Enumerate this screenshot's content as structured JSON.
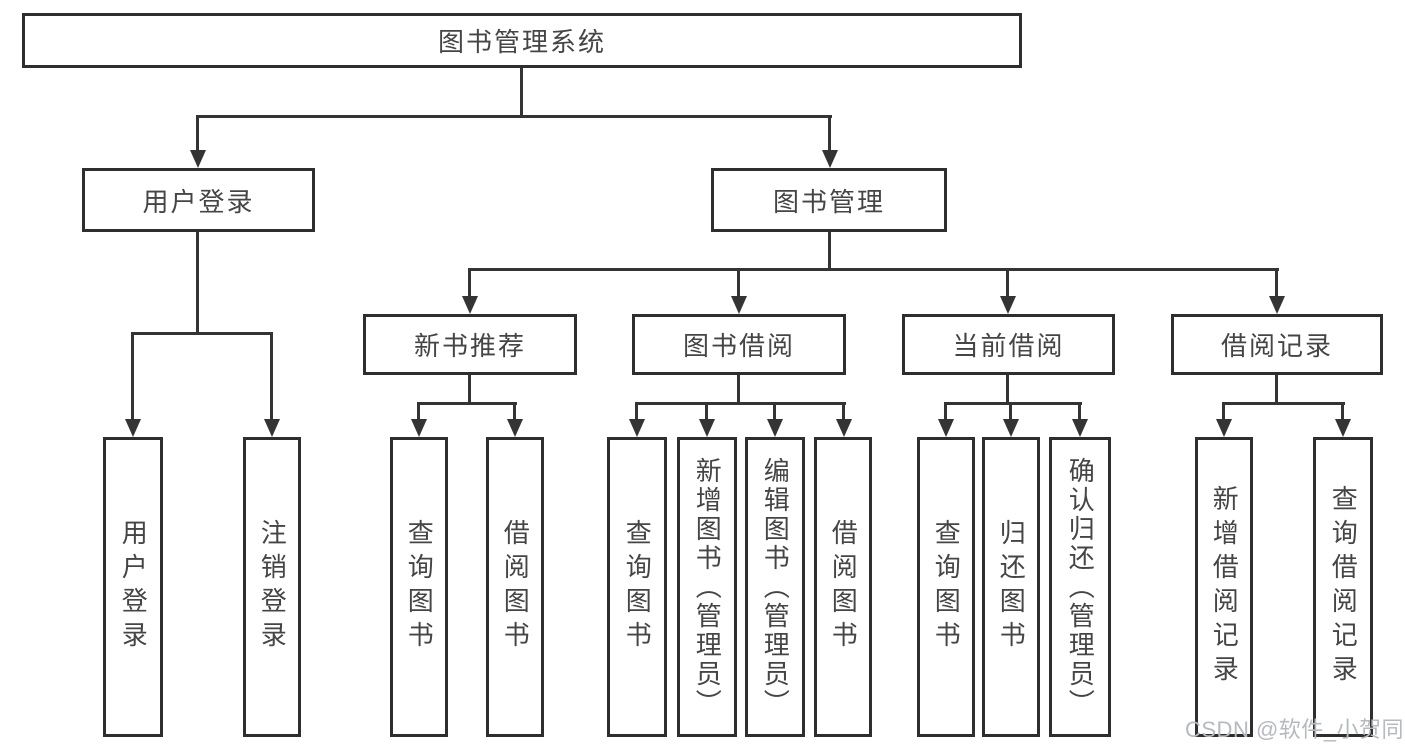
{
  "tree": {
    "root": {
      "label": "图书管理系统"
    },
    "branches": [
      {
        "label": "用户登录",
        "children": [
          "用户登录",
          "注销登录"
        ]
      },
      {
        "label": "图书管理",
        "groups": [
          {
            "label": "新书推荐",
            "children": [
              "查询图书",
              "借阅图书"
            ]
          },
          {
            "label": "图书借阅",
            "children": [
              "查询图书",
              "新增图书（管理员）",
              "编辑图书（管理员）",
              "借阅图书"
            ]
          },
          {
            "label": "当前借阅",
            "children": [
              "查询图书",
              "归还图书",
              "确认归还（管理员）"
            ]
          },
          {
            "label": "借阅记录",
            "children": [
              "新增借阅记录",
              "查询借阅记录"
            ]
          }
        ]
      }
    ]
  },
  "watermark": {
    "text": "CSDN @软件_小贺同学"
  },
  "colors": {
    "line": "#343434",
    "border": "#2e2e2e",
    "text": "#454545",
    "background": "#ffffff",
    "watermark": "#b6b9bd"
  }
}
